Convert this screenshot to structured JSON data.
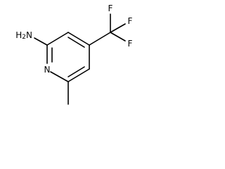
{
  "molecule": {
    "atoms": {
      "amine": "H2N",
      "ring_nitrogen": "N",
      "fluorine_top": "F",
      "fluorine_right": "F",
      "fluorine_bottom": "F"
    },
    "colors": {
      "bond": "#000000",
      "label": "#000000",
      "background": "#ffffff"
    }
  }
}
